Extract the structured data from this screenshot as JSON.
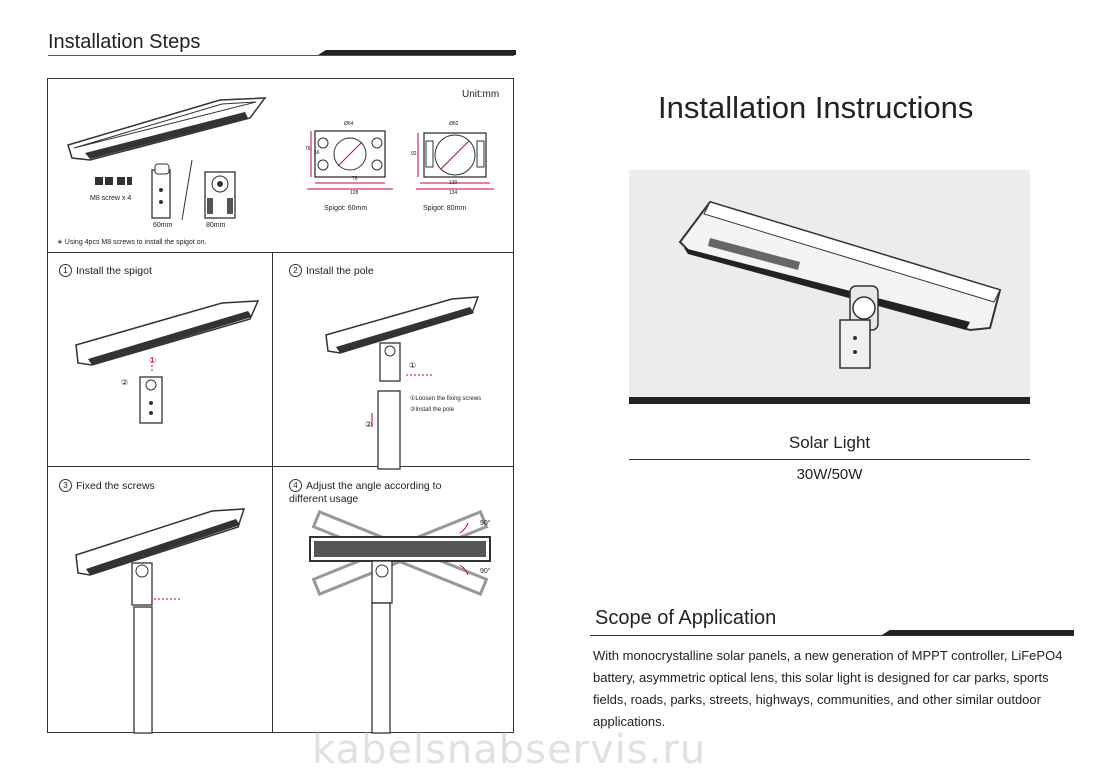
{
  "left": {
    "heading": "Installation Steps",
    "unit": "Unit:mm",
    "screw_label": "M8 screw x 4",
    "spigot_sizes": [
      "60mm",
      "80mm"
    ],
    "spigot_captions": [
      "Spigot: 60mm",
      "Spigot: 80mm"
    ],
    "dims_60": {
      "diameter": "Ø64",
      "height1": "76",
      "height2": "56",
      "width_inner": "76",
      "width_outer": "128"
    },
    "dims_80": {
      "diameter": "Ø82",
      "height": "92",
      "width_inner": "130",
      "width_outer": "134"
    },
    "note": "∗  Using 4pcs M8 screws to install the spigot on.",
    "steps": [
      {
        "num": "1",
        "label": "Install the spigot"
      },
      {
        "num": "2",
        "label": "Install the pole"
      },
      {
        "num": "3",
        "label": "Fixed the screws"
      },
      {
        "num": "4",
        "label": "Adjust the angle according to different usage"
      }
    ],
    "pole_notes": [
      "①Loosen the fixing screws",
      "②Install the pole"
    ],
    "callout_1": "①",
    "callout_2": "②",
    "angle_label": "90°"
  },
  "right": {
    "title": "Installation Instructions",
    "product_name": "Solar Light",
    "wattage": "30W/50W",
    "scope_heading": "Scope of Application",
    "scope_text": "With monocrystalline solar panels, a new generation of MPPT controller, LiFePO4 battery, asymmetric optical lens, this solar light is designed for car parks, sports fields, roads, parks, streets, highways, communities, and other similar outdoor applications."
  },
  "watermark": "kabelsnabservis.ru"
}
